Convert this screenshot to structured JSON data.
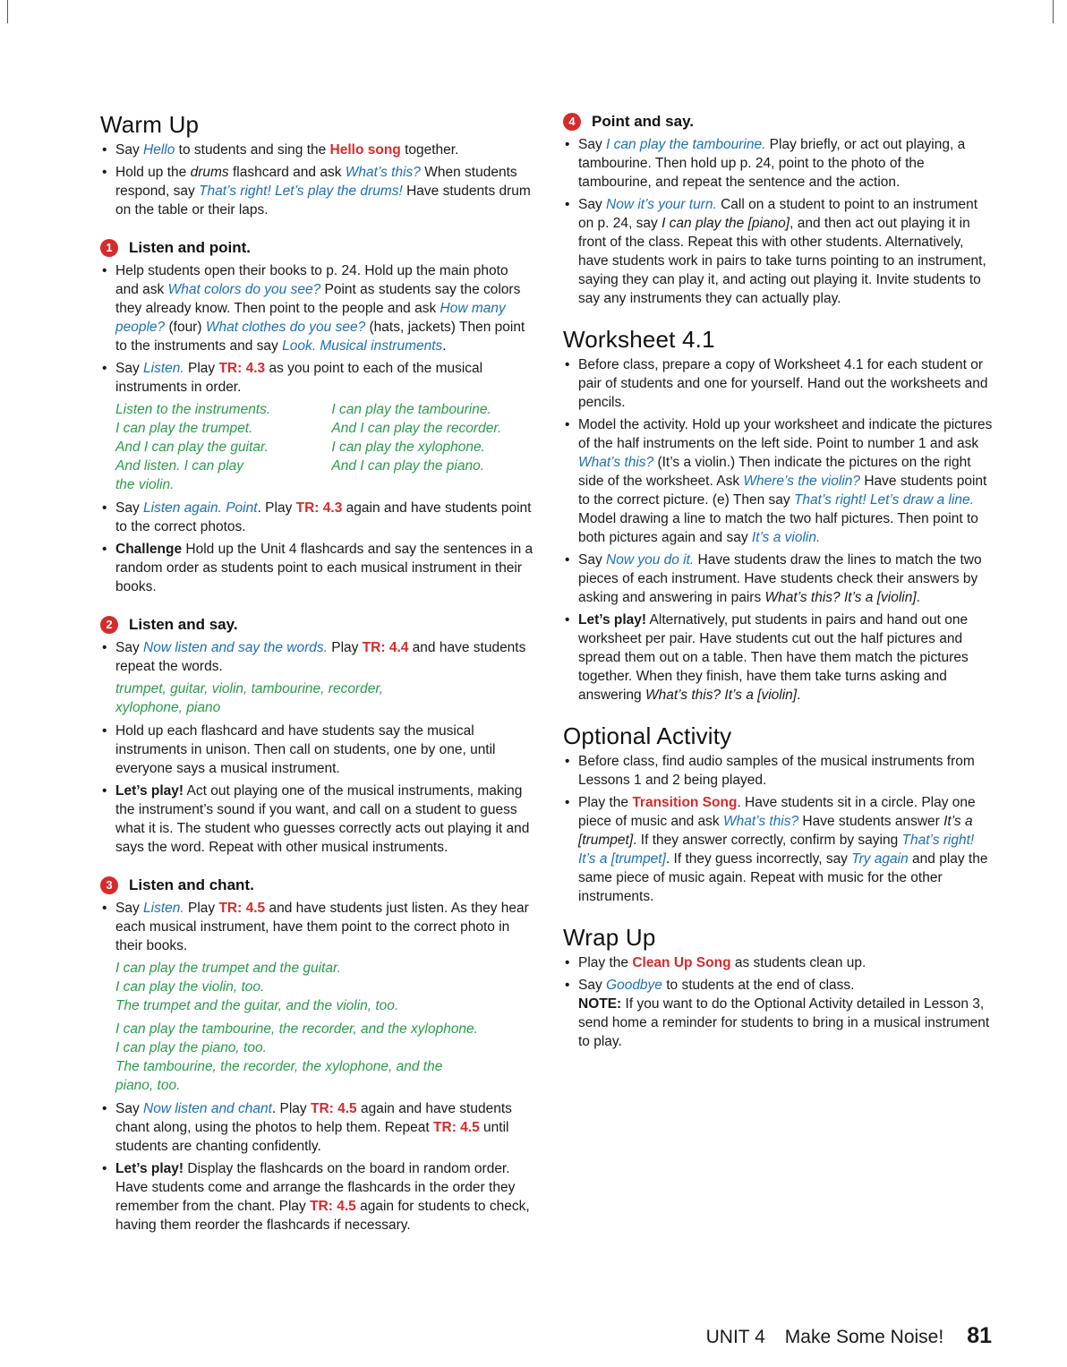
{
  "left": {
    "warm_up": {
      "heading": "Warm Up",
      "b1": {
        "t1": "Say ",
        "t2": "Hello",
        "t3": " to students and sing the ",
        "t4": "Hello song",
        "t5": " together."
      },
      "b2": {
        "t1": "Hold up the ",
        "t2": "drums",
        "t3": " flashcard and ask ",
        "t4": "What’s this?",
        "t5": " When students respond, say ",
        "t6": "That’s right! Let’s play the drums!",
        "t7": " Have students drum on the table or their laps."
      }
    },
    "a1": {
      "num": "1",
      "title": "Listen and point.",
      "b1": {
        "t1": "Help students open their books to p. 24. Hold up the main photo and ask ",
        "t2": "What colors do you see?",
        "t3": " Point as students say the colors they already know. Then point to the people and ask ",
        "t4": "How many people?",
        "t5": " (four) ",
        "t6": "What clothes do you see?",
        "t7": " (hats, jackets) Then point to the instruments and say ",
        "t8": "Look. Musical instruments",
        "t9": "."
      },
      "b2": {
        "t1": "Say ",
        "t2": "Listen.",
        "t3": " Play ",
        "t4": "TR: 4.3",
        "t5": " as you point to each of the musical instruments in order."
      },
      "script_col1": [
        "Listen to the instruments.",
        "I can play the trumpet.",
        "And I can play the guitar.",
        "And listen. I can play",
        "the violin."
      ],
      "script_col2": [
        "I can play the tambourine.",
        "And I can play the recorder.",
        "I can play the xylophone.",
        "And I can play the piano."
      ],
      "b3": {
        "t1": "Say ",
        "t2": "Listen again. Point",
        "t3": ". Play ",
        "t4": "TR: 4.3",
        "t5": " again and have students point to the correct photos."
      },
      "b4": {
        "t1": "Challenge",
        "t2": " Hold up the Unit 4 flashcards and say the sentences in a random order as students point to each musical instrument in their books."
      }
    },
    "a2": {
      "num": "2",
      "title": "Listen and say.",
      "b1": {
        "t1": "Say ",
        "t2": "Now listen and say the words.",
        "t3": " Play ",
        "t4": "TR: 4.4",
        "t5": " and have students repeat the words."
      },
      "words": [
        "trumpet, guitar, violin, tambourine, recorder,",
        "xylophone, piano"
      ],
      "b2": {
        "t1": "Hold up each flashcard and have students say the musical instruments in unison. Then call on students, one by one, until everyone says a musical instrument."
      },
      "b3": {
        "t1": "Let’s play!",
        "t2": " Act out playing one of the musical instruments, making the instrument’s sound if you want, and call on a student to guess what it is. The student who guesses correctly acts out playing it and says the word. Repeat with other musical instruments."
      }
    },
    "a3": {
      "num": "3",
      "title": "Listen and chant.",
      "b1": {
        "t1": "Say ",
        "t2": "Listen.",
        "t3": " Play ",
        "t4": "TR: 4.5",
        "t5": " and have students just listen. As they hear each musical instrument, have them point to the correct photo in their books."
      },
      "chant1": [
        "I can play the trumpet and the guitar.",
        "I can play the violin, too.",
        "The trumpet and the guitar, and the violin, too."
      ],
      "chant2": [
        "I can play the tambourine, the recorder, and the xylophone.",
        "I can play the piano, too.",
        "The tambourine, the recorder, the xylophone, and the",
        "piano, too."
      ],
      "b2": {
        "t1": "Say ",
        "t2": "Now listen and chant",
        "t3": ". Play ",
        "t4": "TR: 4.5",
        "t5": " again and have students chant along, using the photos to help them. Repeat ",
        "t6": "TR: 4.5",
        "t7": " until students are chanting confidently."
      },
      "b3": {
        "t1": "Let’s play!",
        "t2": " Display the flashcards on the board in random order. Have students come and arrange the flashcards in the order they remember from the chant. Play ",
        "t3": "TR: 4.5",
        "t4": " again for students to check, having them reorder the flashcards if necessary."
      }
    }
  },
  "right": {
    "a4": {
      "num": "4",
      "title": "Point and say.",
      "b1": {
        "t1": "Say ",
        "t2": "I can play the tambourine.",
        "t3": " Play briefly, or act out playing, a tambourine. Then hold up p. 24, point to the photo of the tambourine, and repeat the sentence and the action."
      },
      "b2": {
        "t1": "Say ",
        "t2": "Now it’s your turn.",
        "t3": " Call on a student to point to an instrument on p. 24, say ",
        "t4": "I can play the [piano]",
        "t5": ", and then act out playing it in front of the class. Repeat this with other students. Alternatively, have students work in pairs to take turns pointing to an instrument, saying they can play it, and acting out playing it. Invite students to say any instruments they can actually play."
      }
    },
    "worksheet": {
      "heading": "Worksheet 4.1",
      "b1": {
        "t1": "Before class, prepare a copy of Worksheet 4.1 for each student or pair of students and one for yourself. Hand out the worksheets and pencils."
      },
      "b2": {
        "t1": "Model the activity. Hold up your worksheet and indicate the pictures of the half instruments on the left side. Point to number 1 and ask ",
        "t2": "What’s this?",
        "t3": " (It’s a violin.) Then indicate the pictures on the right side of the worksheet. Ask ",
        "t4": "Where’s the violin?",
        "t5": " Have students point to the correct picture. (e) Then say ",
        "t6": "That’s right! Let’s draw a line.",
        "t7": " Model drawing a line to match the two half pictures. Then point to both pictures again and say ",
        "t8": "It’s a violin.",
        "t9": ""
      },
      "b3": {
        "t1": "Say ",
        "t2": "Now you do it.",
        "t3": " Have students draw the lines to match the two pieces of each instrument. Have students check their answers by asking and answering in pairs ",
        "t4": "What’s this? It’s a [violin]",
        "t5": "."
      },
      "b4": {
        "t1": "Let’s play!",
        "t2": " Alternatively, put students in pairs and hand out one worksheet per pair. Have students cut out the half pictures and spread them out on a table. Then have them match the pictures together. When they finish, have them take turns asking and answering ",
        "t3": "What’s this? It’s a [violin]",
        "t4": "."
      }
    },
    "optional": {
      "heading": "Optional Activity",
      "b1": {
        "t1": "Before class, find audio samples of the musical instruments from Lessons 1 and 2 being played."
      },
      "b2": {
        "t1": "Play the ",
        "t2": "Transition Song",
        "t3": ". Have students sit in a circle. Play one piece of music and ask ",
        "t4": "What’s this?",
        "t5": " Have students answer ",
        "t6": "It’s a [trumpet]",
        "t7": ". If they answer correctly, confirm by saying ",
        "t8": "That’s right! It’s a [trumpet]",
        "t9": ". If they guess incorrectly, say ",
        "t10": "Try again",
        "t11": " and play the same piece of music again. Repeat with music for the other instruments."
      }
    },
    "wrap_up": {
      "heading": "Wrap Up",
      "b1": {
        "t1": "Play the ",
        "t2": "Clean Up Song",
        "t3": " as students clean up."
      },
      "b2": {
        "t1": "Say ",
        "t2": "Goodbye",
        "t3": " to students at the end of class.",
        "t4": "NOTE:",
        "t5": " If you want to do the Optional Activity detailed in Lesson 3, send home a reminder for students to bring in a musical instrument to play."
      }
    }
  },
  "footer": {
    "unit": "UNIT 4",
    "title": "Make Some Noise!",
    "page": "81"
  }
}
